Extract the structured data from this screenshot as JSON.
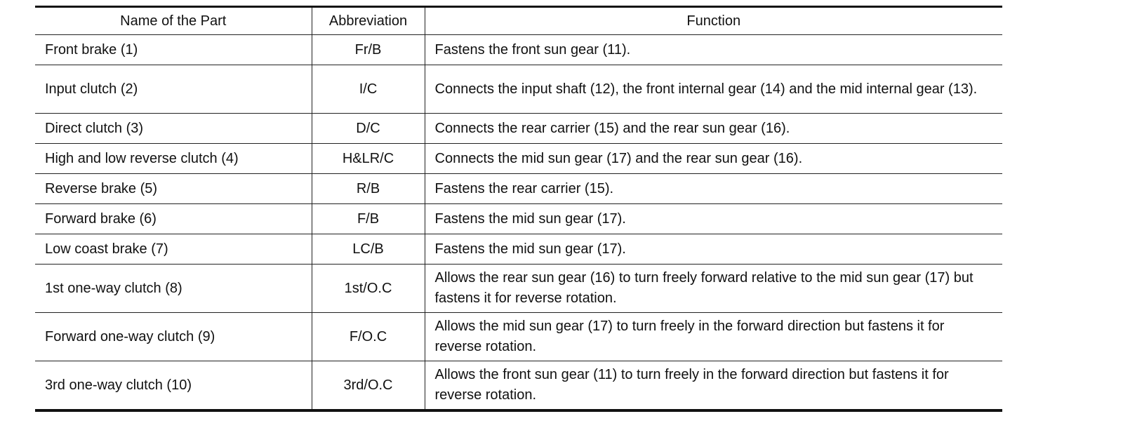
{
  "table": {
    "headers": {
      "name": "Name of the Part",
      "abbreviation": "Abbreviation",
      "function": "Function"
    },
    "rows": [
      {
        "name": "Front brake (1)",
        "abbreviation": "Fr/B",
        "function": "Fastens the front sun gear (11)."
      },
      {
        "name": "Input clutch (2)",
        "abbreviation": "I/C",
        "function": "Connects the input shaft (12), the front internal gear (14) and the mid internal gear (13)."
      },
      {
        "name": "Direct clutch (3)",
        "abbreviation": "D/C",
        "function": "Connects the rear carrier (15) and the rear sun gear (16)."
      },
      {
        "name": "High and low reverse clutch (4)",
        "abbreviation": "H&LR/C",
        "function": "Connects the mid sun gear (17) and the rear sun gear (16)."
      },
      {
        "name": "Reverse brake (5)",
        "abbreviation": "R/B",
        "function": "Fastens the rear carrier (15)."
      },
      {
        "name": "Forward brake (6)",
        "abbreviation": "F/B",
        "function": "Fastens the mid sun gear (17)."
      },
      {
        "name": "Low coast brake (7)",
        "abbreviation": "LC/B",
        "function": "Fastens the mid sun gear (17)."
      },
      {
        "name": "1st one-way clutch (8)",
        "abbreviation": "1st/O.C",
        "function": "Allows the rear sun gear (16) to turn freely forward relative to the mid sun gear (17) but fastens it for reverse rotation."
      },
      {
        "name": "Forward one-way clutch (9)",
        "abbreviation": "F/O.C",
        "function": "Allows the mid sun gear (17) to turn freely in the forward direction but fastens it for reverse rotation."
      },
      {
        "name": "3rd one-way clutch (10)",
        "abbreviation": "3rd/O.C",
        "function": "Allows the front sun gear (11) to turn freely in the forward direction but fastens it for reverse rotation."
      }
    ]
  }
}
